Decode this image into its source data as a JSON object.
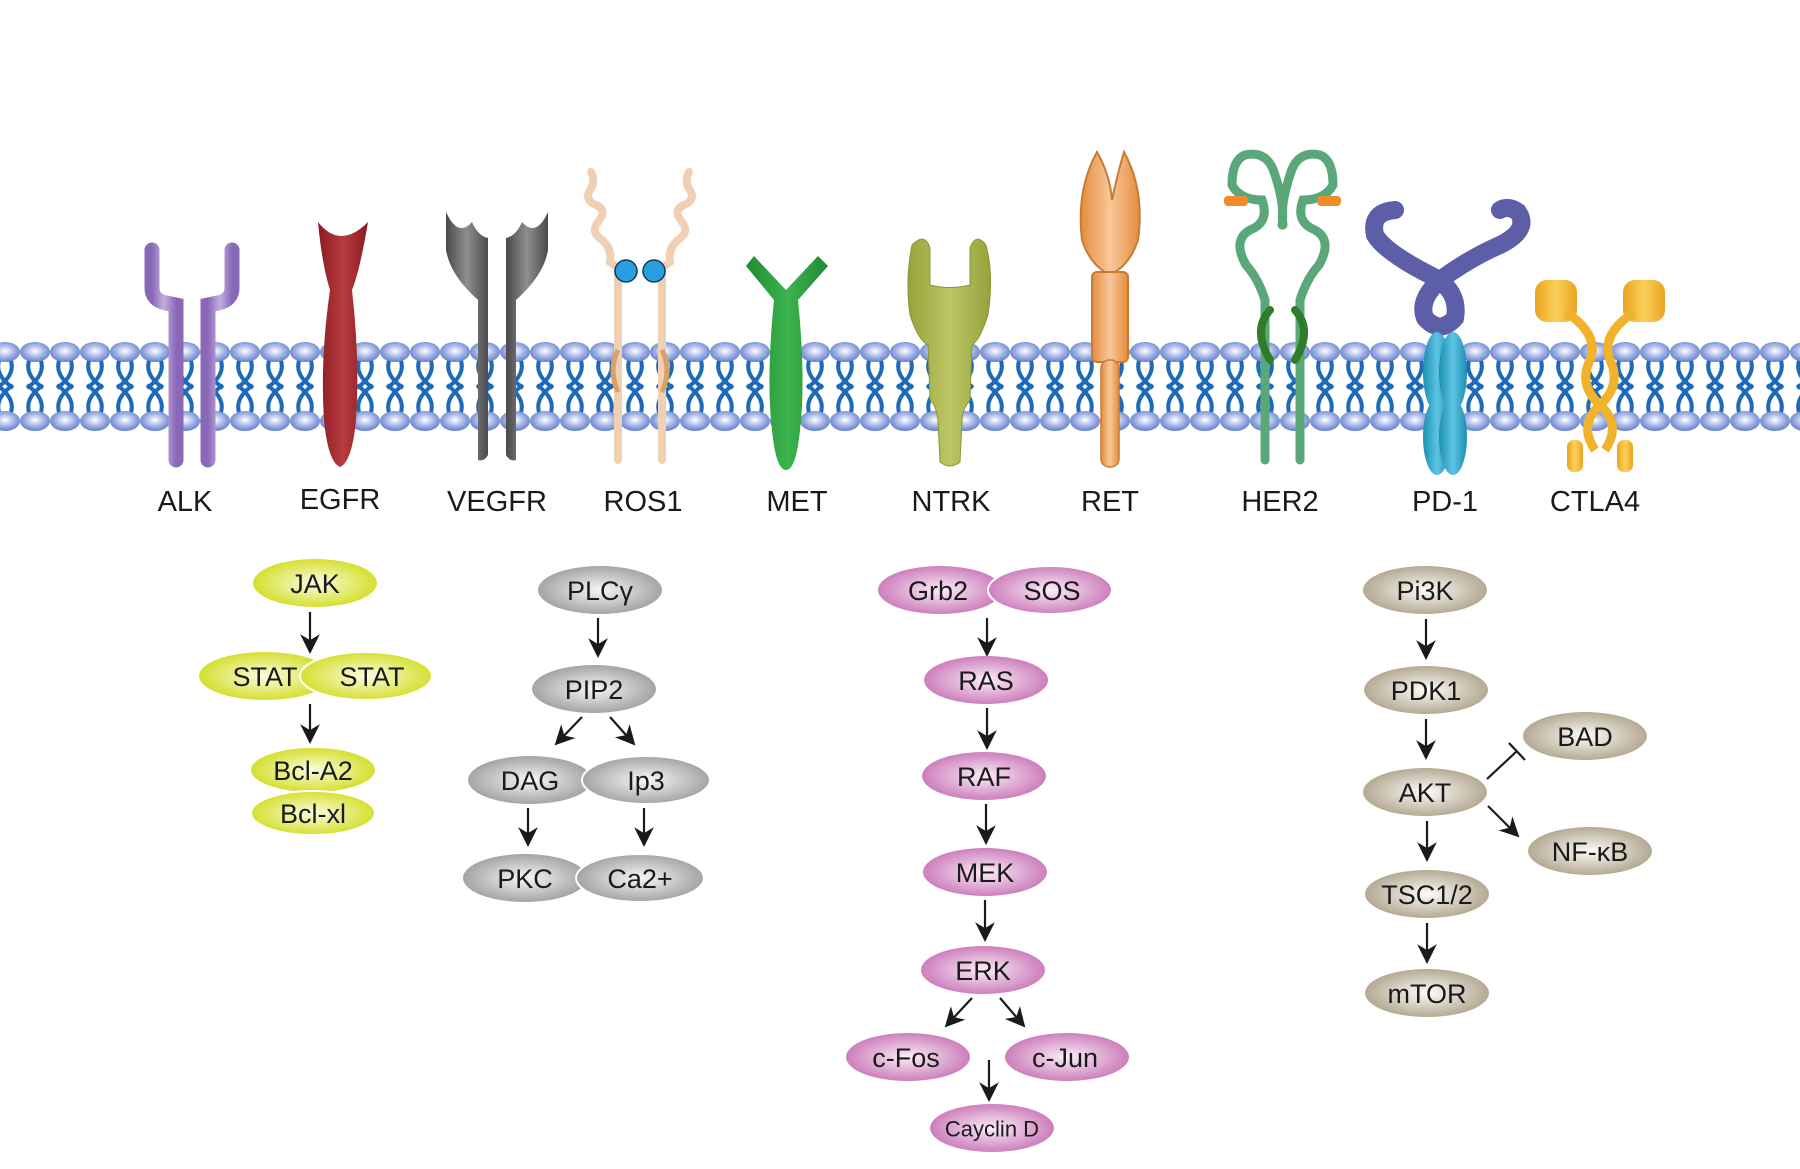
{
  "title": "Receptor signaling pathways",
  "colors": {
    "membrane_head": "#6f8fd6",
    "membrane_tail": "#1d6bb8",
    "jak_stat": "#d6e02a",
    "plc": "#a8a8a8",
    "mapk": "#cf7fbf",
    "pi3k": "#b8ad96"
  },
  "receptors": [
    {
      "id": "alk",
      "label": "ALK",
      "color": "#9c7cc4"
    },
    {
      "id": "egfr",
      "label": "EGFR",
      "color": "#a3262b"
    },
    {
      "id": "vegfr",
      "label": "VEGFR",
      "color": "#606062"
    },
    {
      "id": "ros1",
      "label": "ROS1",
      "color": "#e8bc98"
    },
    {
      "id": "met",
      "label": "MET",
      "color": "#2a9a3e"
    },
    {
      "id": "ntrk",
      "label": "NTRK",
      "color": "#a5b24a"
    },
    {
      "id": "ret",
      "label": "RET",
      "color": "#f0a055"
    },
    {
      "id": "her2",
      "label": "HER2",
      "color": "#4f9f6d"
    },
    {
      "id": "pd1",
      "label": "PD-1",
      "color": "#5a5ea6"
    },
    {
      "id": "ctla4",
      "label": "CTLA4",
      "color": "#f1b22c"
    }
  ],
  "pathways": {
    "jak_stat": {
      "nodes": [
        "JAK",
        "STAT",
        "STAT",
        "Bcl-A2",
        "Bcl-xl"
      ]
    },
    "plc": {
      "nodes": [
        "PLCγ",
        "PIP2",
        "DAG",
        "Ip3",
        "PKC",
        "Ca2+"
      ]
    },
    "mapk": {
      "nodes": [
        "Grb2",
        "SOS",
        "RAS",
        "RAF",
        "MEK",
        "ERK",
        "c-Fos",
        "c-Jun",
        "Cayclin D"
      ]
    },
    "pi3k": {
      "nodes": [
        "Pi3K",
        "PDK1",
        "AKT",
        "BAD",
        "NF-κB",
        "TSC1/2",
        "mTOR"
      ]
    }
  }
}
